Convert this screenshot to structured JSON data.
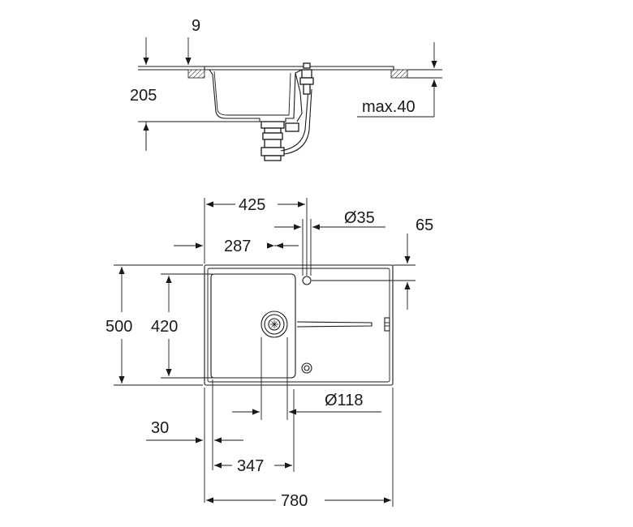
{
  "side_view": {
    "rim_thickness": "9",
    "depth": "205",
    "max_worktop": "max.40"
  },
  "top_view": {
    "bowl_center_offset": "425",
    "tap_hole_diameter": "Ø35",
    "tap_hole_edge": "65",
    "bowl_width": "287",
    "overall_depth": "500",
    "bowl_depth": "420",
    "waste_diameter": "Ø118",
    "bowl_left_offset": "30",
    "waste_position": "347",
    "overall_width": "780"
  },
  "colors": {
    "line": "#1a1a1a",
    "hatch": "#1a1a1a",
    "background": "#ffffff"
  }
}
